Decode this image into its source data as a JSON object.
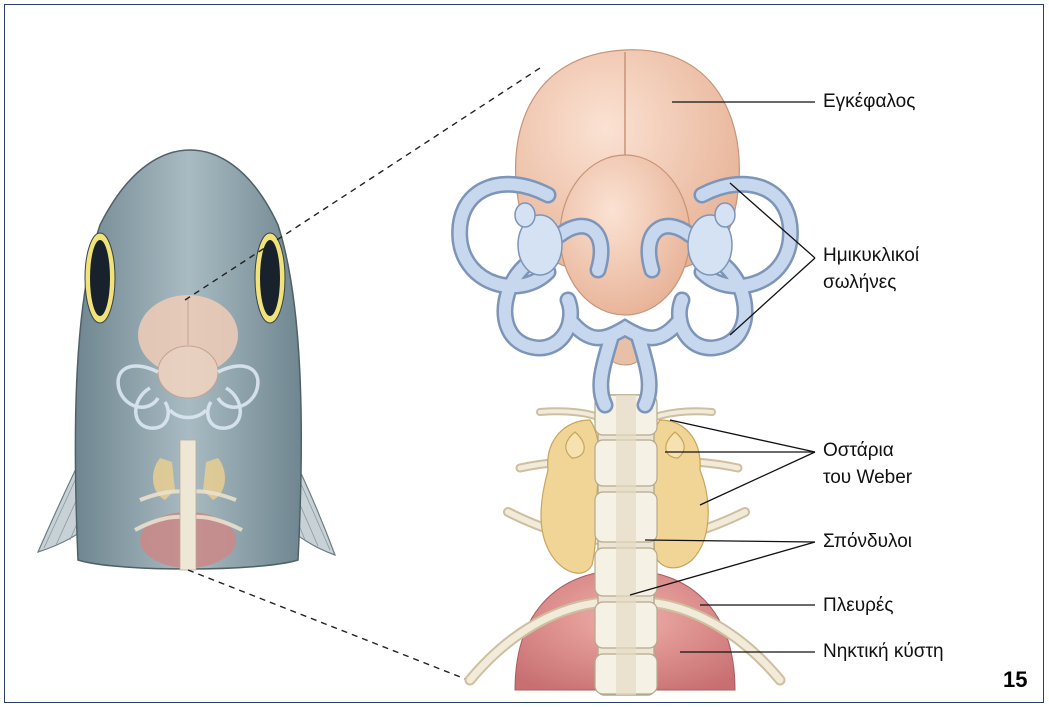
{
  "labels": {
    "brain": "Εγκέφαλος",
    "canals_line1": "Ημικυκλικοί",
    "canals_line2": "σωλήνες",
    "weber_line1": "Οστάρια",
    "weber_line2": "του Weber",
    "vertebrae": "Σπόνδυλοι",
    "ribs": "Πλευρές",
    "swim_bladder": "Νηκτική κύστη"
  },
  "page_number": "15",
  "colors": {
    "frame": "#2a3f6b",
    "fish_body": "#8ea2ab",
    "brain": "#f1c8b0",
    "canals": "#b9cde6",
    "weber_ossicles": "#f0d596",
    "spine": "#ede6d6",
    "swim_bladder": "#dd8f8f"
  }
}
